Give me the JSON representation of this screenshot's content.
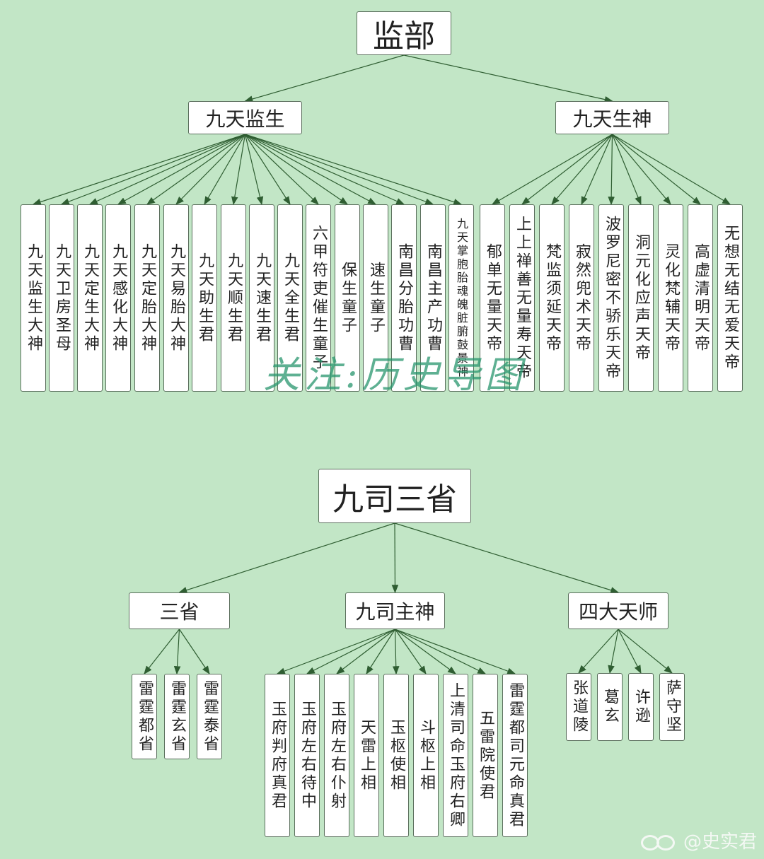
{
  "trees": [
    {
      "label": "监部",
      "children": [
        {
          "label": "九天监生",
          "children": [
            "九天监生大神",
            "九天卫房圣母",
            "九天定生大神",
            "九天感化大神",
            "九天定胎大神",
            "九天易胎大神",
            "九天助生君",
            "九天顺生君",
            "九天速生君",
            "九天全生君",
            "六甲符吏催生童子",
            "保生童子",
            "速生童子",
            "南昌分胎功曹",
            "南昌主产功曹",
            "九天掌胞胎魂魄脏腑鼓景神"
          ]
        },
        {
          "label": "九天生神",
          "children": [
            "郁单无量天帝",
            "上上禅善无量寿天帝",
            "梵监须延天帝",
            "寂然兜术天帝",
            "波罗尼密不骄乐天帝",
            "洞元化应声天帝",
            "灵化梵辅天帝",
            "高虚清明天帝",
            "无想无结无爱天帝"
          ]
        }
      ]
    },
    {
      "label": "九司三省",
      "children": [
        {
          "label": "三省",
          "children": [
            "雷霆都省",
            "雷霆玄省",
            "雷霆泰省"
          ]
        },
        {
          "label": "九司主神",
          "children": [
            "玉府判府真君",
            "玉府左右待中",
            "玉府左右仆射",
            "天雷上相",
            "玉枢使相",
            "斗枢上相",
            "上清司命玉府右卿",
            "五雷院使君",
            "雷霆都司元命真君"
          ]
        },
        {
          "label": "四大天师",
          "children": [
            "张道陵",
            "葛玄",
            "许逊",
            "萨守坚"
          ]
        }
      ]
    }
  ],
  "watermark": "关注:历史导图",
  "credit": "@史实君",
  "colors": {
    "background": "#c2e6c6",
    "edge": "#2f5e32",
    "node_border": "#5a6e5c"
  }
}
